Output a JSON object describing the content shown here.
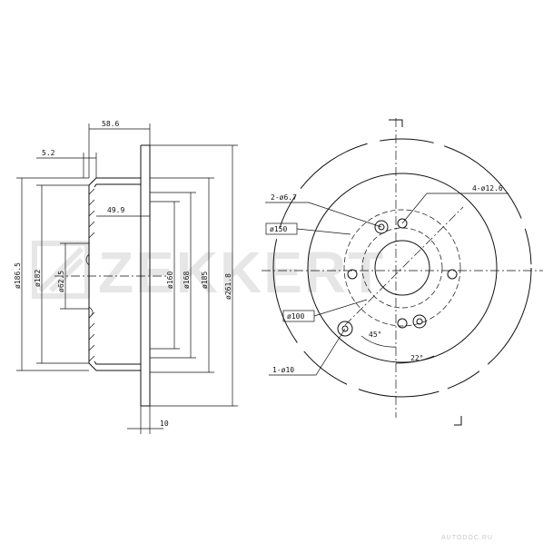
{
  "brand": {
    "name": "ZEKKERT",
    "watermark": "AUTODOC.RU"
  },
  "side_view": {
    "labels": {
      "d_186_5": "ø186.5",
      "d_182": "ø182",
      "d_62_5": "ø62.5",
      "d_160": "ø160",
      "d_168": "ø168",
      "d_185": "ø185",
      "d_261_8": "ø261.8",
      "w_58_6": "58.6",
      "w_5_2": "5.2",
      "w_49_9": "49.9",
      "w_10": "10"
    }
  },
  "front_view": {
    "labels": {
      "holes_6_7": "2-ø6.7",
      "holes_12_6": "4-ø12.6",
      "pcd_150": "ø150",
      "pcd_100": "ø100",
      "hole_10": "1-ø10",
      "angle_45": "45°",
      "angle_22": "22°"
    }
  }
}
